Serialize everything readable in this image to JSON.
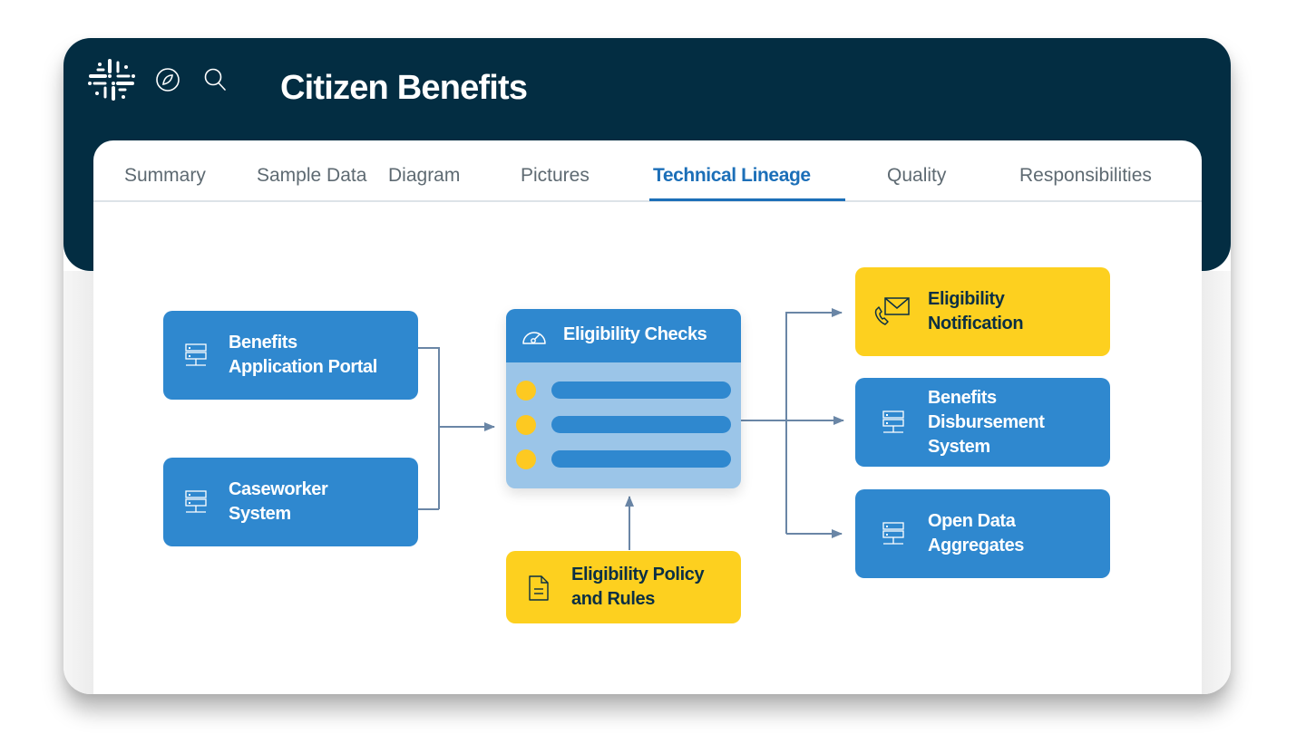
{
  "header": {
    "title": "Citizen Benefits",
    "icons": [
      "app-logo-icon",
      "compass-icon",
      "search-icon"
    ],
    "background_color": "#032d42"
  },
  "tabs": [
    {
      "label": "Summary",
      "active": false
    },
    {
      "label": "Sample Data",
      "active": false
    },
    {
      "label": "Diagram",
      "active": false
    },
    {
      "label": "Pictures",
      "active": false
    },
    {
      "label": "Technical Lineage",
      "active": true
    },
    {
      "label": "Quality",
      "active": false
    },
    {
      "label": "Responsibilities",
      "active": false
    }
  ],
  "colors": {
    "accent": "#1c6fb8",
    "node_blue": "#2f88cf",
    "node_yellow": "#fdd01f",
    "connector": "#6a86a6",
    "checks_body": "#9bc5e8"
  },
  "diagram": {
    "sources": [
      {
        "id": "benefits-application-portal",
        "line1": "Benefits",
        "line2": "Application Portal",
        "icon": "server-icon",
        "type": "system"
      },
      {
        "id": "caseworker-system",
        "line1": "Caseworker",
        "line2": "System",
        "icon": "server-icon",
        "type": "system"
      }
    ],
    "center": {
      "id": "eligibility-checks",
      "title": "Eligibility Checks",
      "icon": "gauge-icon",
      "check_count": 3
    },
    "policy": {
      "id": "eligibility-policy-and-rules",
      "line1": "Eligibility Policy",
      "line2": "and Rules",
      "icon": "document-icon",
      "type": "policy"
    },
    "targets": [
      {
        "id": "eligibility-notification",
        "line1": "Eligibility",
        "line2": "Notification",
        "icon": "envelope-phone-icon",
        "type": "notification"
      },
      {
        "id": "benefits-disbursement-system",
        "line1": "Benefits",
        "line2": "Disbursement",
        "line3": "System",
        "icon": "server-icon",
        "type": "system"
      },
      {
        "id": "open-data-aggregates",
        "line1": "Open Data",
        "line2": "Aggregates",
        "icon": "server-icon",
        "type": "system"
      }
    ],
    "edges": [
      {
        "from": "benefits-application-portal",
        "to": "eligibility-checks"
      },
      {
        "from": "caseworker-system",
        "to": "eligibility-checks"
      },
      {
        "from": "eligibility-policy-and-rules",
        "to": "eligibility-checks"
      },
      {
        "from": "eligibility-checks",
        "to": "eligibility-notification"
      },
      {
        "from": "eligibility-checks",
        "to": "benefits-disbursement-system"
      },
      {
        "from": "eligibility-checks",
        "to": "open-data-aggregates"
      }
    ]
  }
}
